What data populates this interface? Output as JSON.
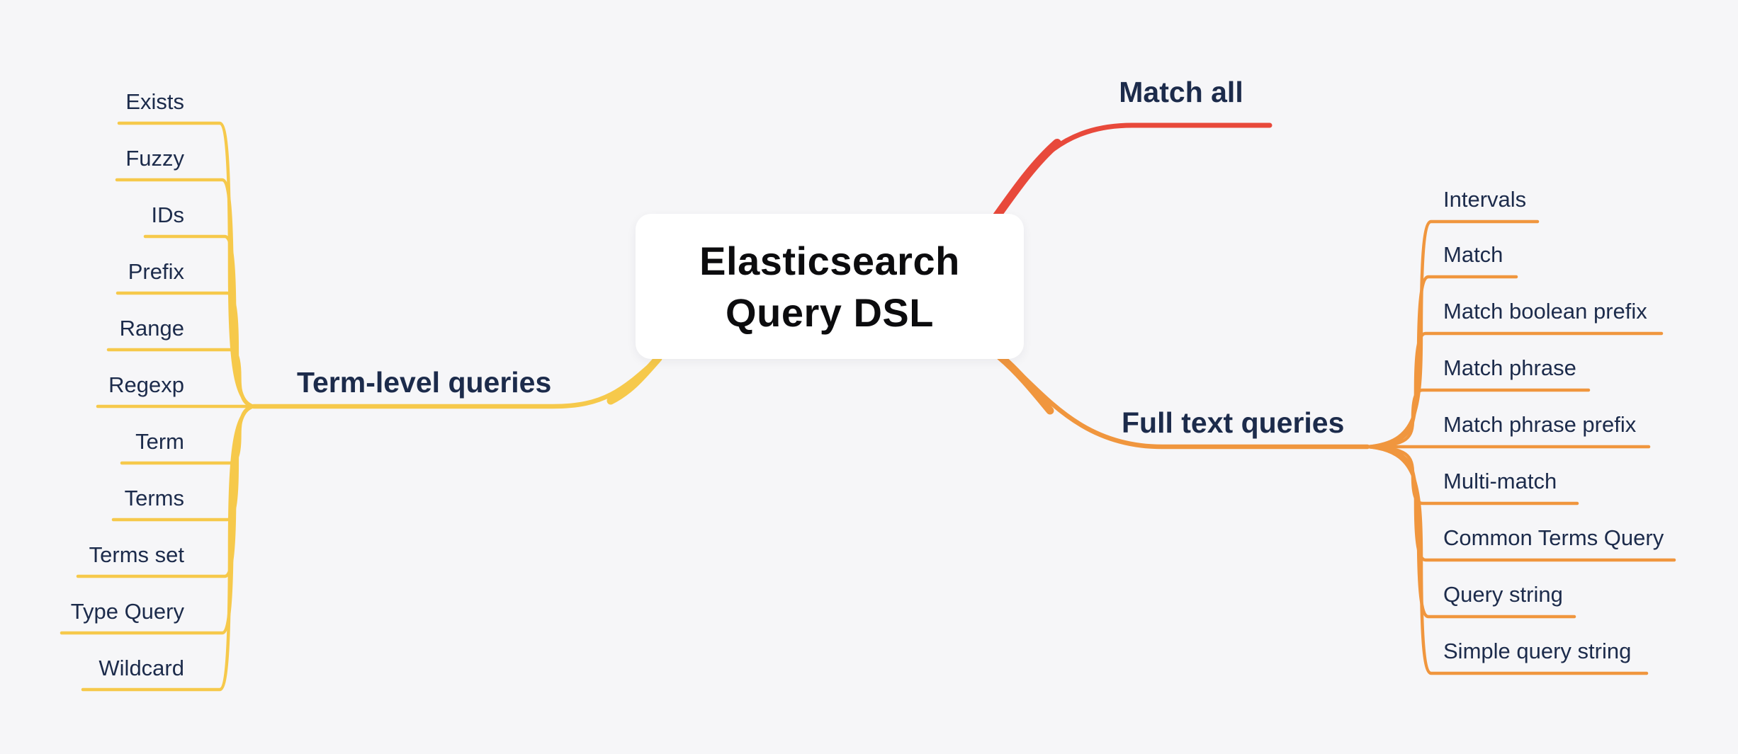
{
  "root": {
    "title_line1": "Elasticsearch",
    "title_line2": "Query DSL"
  },
  "branches": [
    {
      "id": "match-all",
      "label": "Match all",
      "color": "#E8493B",
      "children": []
    },
    {
      "id": "full-text-queries",
      "label": "Full text queries",
      "color": "#F0963E",
      "children": [
        "Intervals",
        "Match",
        "Match boolean prefix",
        "Match phrase",
        "Match phrase prefix",
        "Multi-match",
        "Common Terms Query",
        "Query string",
        "Simple query string"
      ]
    },
    {
      "id": "term-level-queries",
      "label": "Term-level queries",
      "color": "#F6C94B",
      "children": [
        "Exists",
        "Fuzzy",
        "IDs",
        "Prefix",
        "Range",
        "Regexp",
        "Term",
        "Terms",
        "Terms set",
        "Type Query",
        "Wildcard"
      ]
    }
  ],
  "colors": {
    "background": "#F6F6F8",
    "branch_yellow": "#F6C94B",
    "branch_orange": "#F0963E",
    "branch_red": "#E8493B",
    "node_text": "#1C2B4B",
    "root_text": "#0C0C0E",
    "root_background": "#FFFFFF"
  }
}
